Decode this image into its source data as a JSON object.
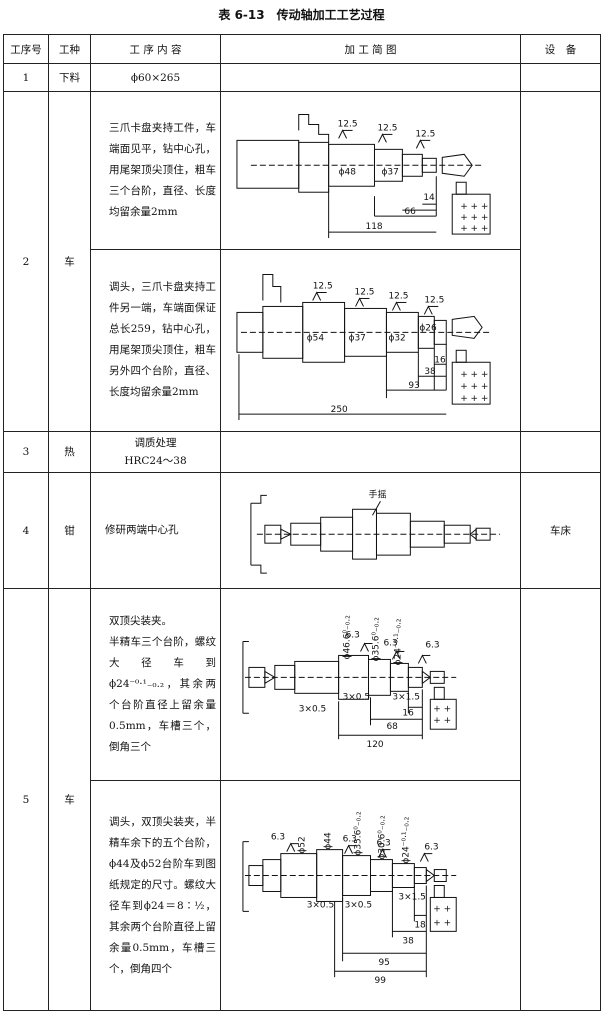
{
  "title": "表 6-13　传动轴加工工艺过程",
  "headers": {
    "no": "工序号",
    "type": "工种",
    "content": "工 序 内 容",
    "sketch": "加 工 简 图",
    "equip": "设　备"
  },
  "rows": [
    {
      "no": "1",
      "type": "下料",
      "content": "ϕ60×265",
      "equip": ""
    },
    {
      "no": "2",
      "type": "车",
      "content_a": "三爪卡盘夹持工件，车端面见平，钻中心孔，用尾架顶尖顶住，粗车三个台阶，直径、长度均留余量2mm",
      "content_b": "调头，三爪卡盘夹持工件另一端，车端面保证总长259，钻中心孔，用尾架顶尖顶住，粗车另外四个台阶，直径、长度均留余量2mm",
      "equip": ""
    },
    {
      "no": "3",
      "type": "热",
      "content_l1": "调质处理",
      "content_l2": "HRC24～38",
      "equip": ""
    },
    {
      "no": "4",
      "type": "钳",
      "content": "修研两端中心孔",
      "equip": "车床"
    },
    {
      "no": "5",
      "type": "车",
      "content_a": "双顶尖装夹。\n半精车三个台阶，螺纹大径车到ϕ24⁻⁰·¹₋₀.₂，其余两个台阶直径上留余量0.5mm，车槽三个，倒角三个",
      "content_b": "调头，双顶尖装夹，半精车余下的五个台阶，ϕ44及ϕ52台阶车到图纸规定的尺寸。螺纹大径车到ϕ24＝8∶½，其余两个台阶直径上留余量0.5mm，车槽三个，倒角四个",
      "equip": ""
    }
  ],
  "sketch_labels": {
    "s2a": {
      "r1": "12.5",
      "r2": "12.5",
      "r3": "12.5",
      "d1": "ϕ48",
      "d2": "ϕ37",
      "l1": "14",
      "l2": "66",
      "l3": "118"
    },
    "s2b": {
      "r1": "12.5",
      "r2": "12.5",
      "r3": "12.5",
      "r4": "12.5",
      "d1": "ϕ54",
      "d2": "ϕ37",
      "d3": "ϕ32",
      "d4": "ϕ26",
      "l1": "16",
      "l2": "38",
      "l3": "93",
      "l4": "250"
    },
    "s4": {
      "label": "手摇"
    },
    "s5a": {
      "r1": "6.3",
      "r2": "6.3",
      "r3": "6.3",
      "d1": "ϕ46.6⁰₋₀.₂",
      "d2": "ϕ35.6⁰₋₀.₂",
      "d3": "ϕ24⁻⁰·¹₋₀.₂",
      "g1": "3×0.5",
      "g2": "3×0.5",
      "g3": "3×1.5",
      "l1": "16",
      "l2": "68",
      "l3": "120"
    },
    "s5b": {
      "r1": "6.3",
      "r2": "6.3",
      "r3": "6.3",
      "r4": "6.3",
      "d1": "ϕ52",
      "d2": "ϕ44",
      "d3": "ϕ35.6⁰₋₀.₂",
      "d4": "ϕ30.6⁰₋₀.₂",
      "d5": "ϕ24⁻⁰·¹₋₀.₂",
      "g1": "3×0.5",
      "g2": "3×0.5",
      "g3": "3×1.5",
      "l1": "18",
      "l2": "38",
      "l3": "95",
      "l4": "99"
    }
  }
}
